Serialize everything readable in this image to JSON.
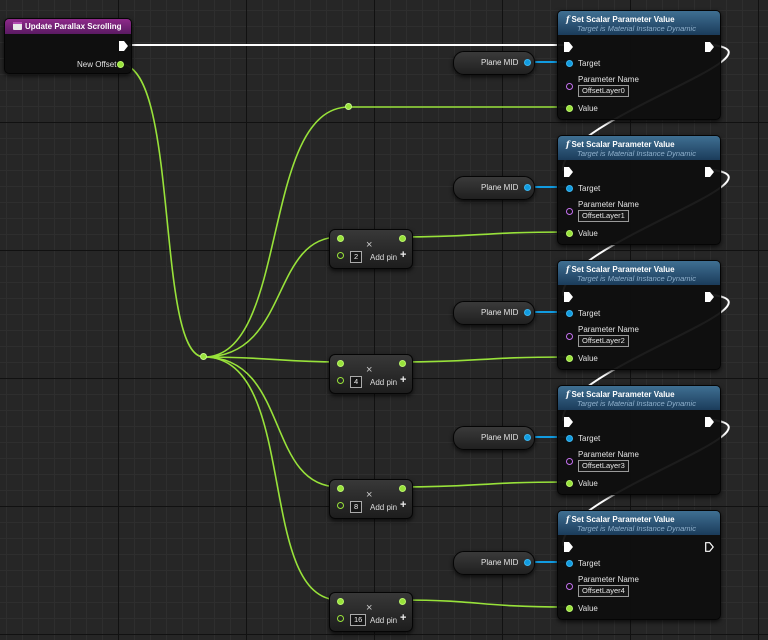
{
  "event_node": {
    "title": "Update Parallax Scrolling",
    "output_label": "New Offset"
  },
  "set_nodes": [
    {
      "title": "Set Scalar Parameter Value",
      "subtitle": "Target is Material Instance Dynamic",
      "target_label": "Target",
      "param_label": "Parameter Name",
      "param_value": "OffsetLayer0",
      "value_label": "Value"
    },
    {
      "title": "Set Scalar Parameter Value",
      "subtitle": "Target is Material Instance Dynamic",
      "target_label": "Target",
      "param_label": "Parameter Name",
      "param_value": "OffsetLayer1",
      "value_label": "Value"
    },
    {
      "title": "Set Scalar Parameter Value",
      "subtitle": "Target is Material Instance Dynamic",
      "target_label": "Target",
      "param_label": "Parameter Name",
      "param_value": "OffsetLayer2",
      "value_label": "Value"
    },
    {
      "title": "Set Scalar Parameter Value",
      "subtitle": "Target is Material Instance Dynamic",
      "target_label": "Target",
      "param_label": "Parameter Name",
      "param_value": "OffsetLayer3",
      "value_label": "Value"
    },
    {
      "title": "Set Scalar Parameter Value",
      "subtitle": "Target is Material Instance Dynamic",
      "target_label": "Target",
      "param_label": "Parameter Name",
      "param_value": "OffsetLayer4",
      "value_label": "Value"
    }
  ],
  "plane_mid_nodes": [
    {
      "label": "Plane MID"
    },
    {
      "label": "Plane MID"
    },
    {
      "label": "Plane MID"
    },
    {
      "label": "Plane MID"
    },
    {
      "label": "Plane MID"
    }
  ],
  "multiply_nodes": [
    {
      "operator": "×",
      "value": "2",
      "add_pin_label": "Add pin",
      "add_icon": "+"
    },
    {
      "operator": "×",
      "value": "4",
      "add_pin_label": "Add pin",
      "add_icon": "+"
    },
    {
      "operator": "×",
      "value": "8",
      "add_pin_label": "Add pin",
      "add_icon": "+"
    },
    {
      "operator": "×",
      "value": "16",
      "add_pin_label": "Add pin",
      "add_icon": "+"
    }
  ],
  "colors": {
    "exec_wire": "#ffffff",
    "float_wire": "#98e23a",
    "object_wire": "#119be0",
    "event_header": "#8e2a8a",
    "function_header": "#3f6f92",
    "name_pin": "#c571f0"
  },
  "icons": {
    "event": "event-calendar-icon",
    "function": "function-f-icon",
    "exec": "exec-arrow-icon"
  }
}
